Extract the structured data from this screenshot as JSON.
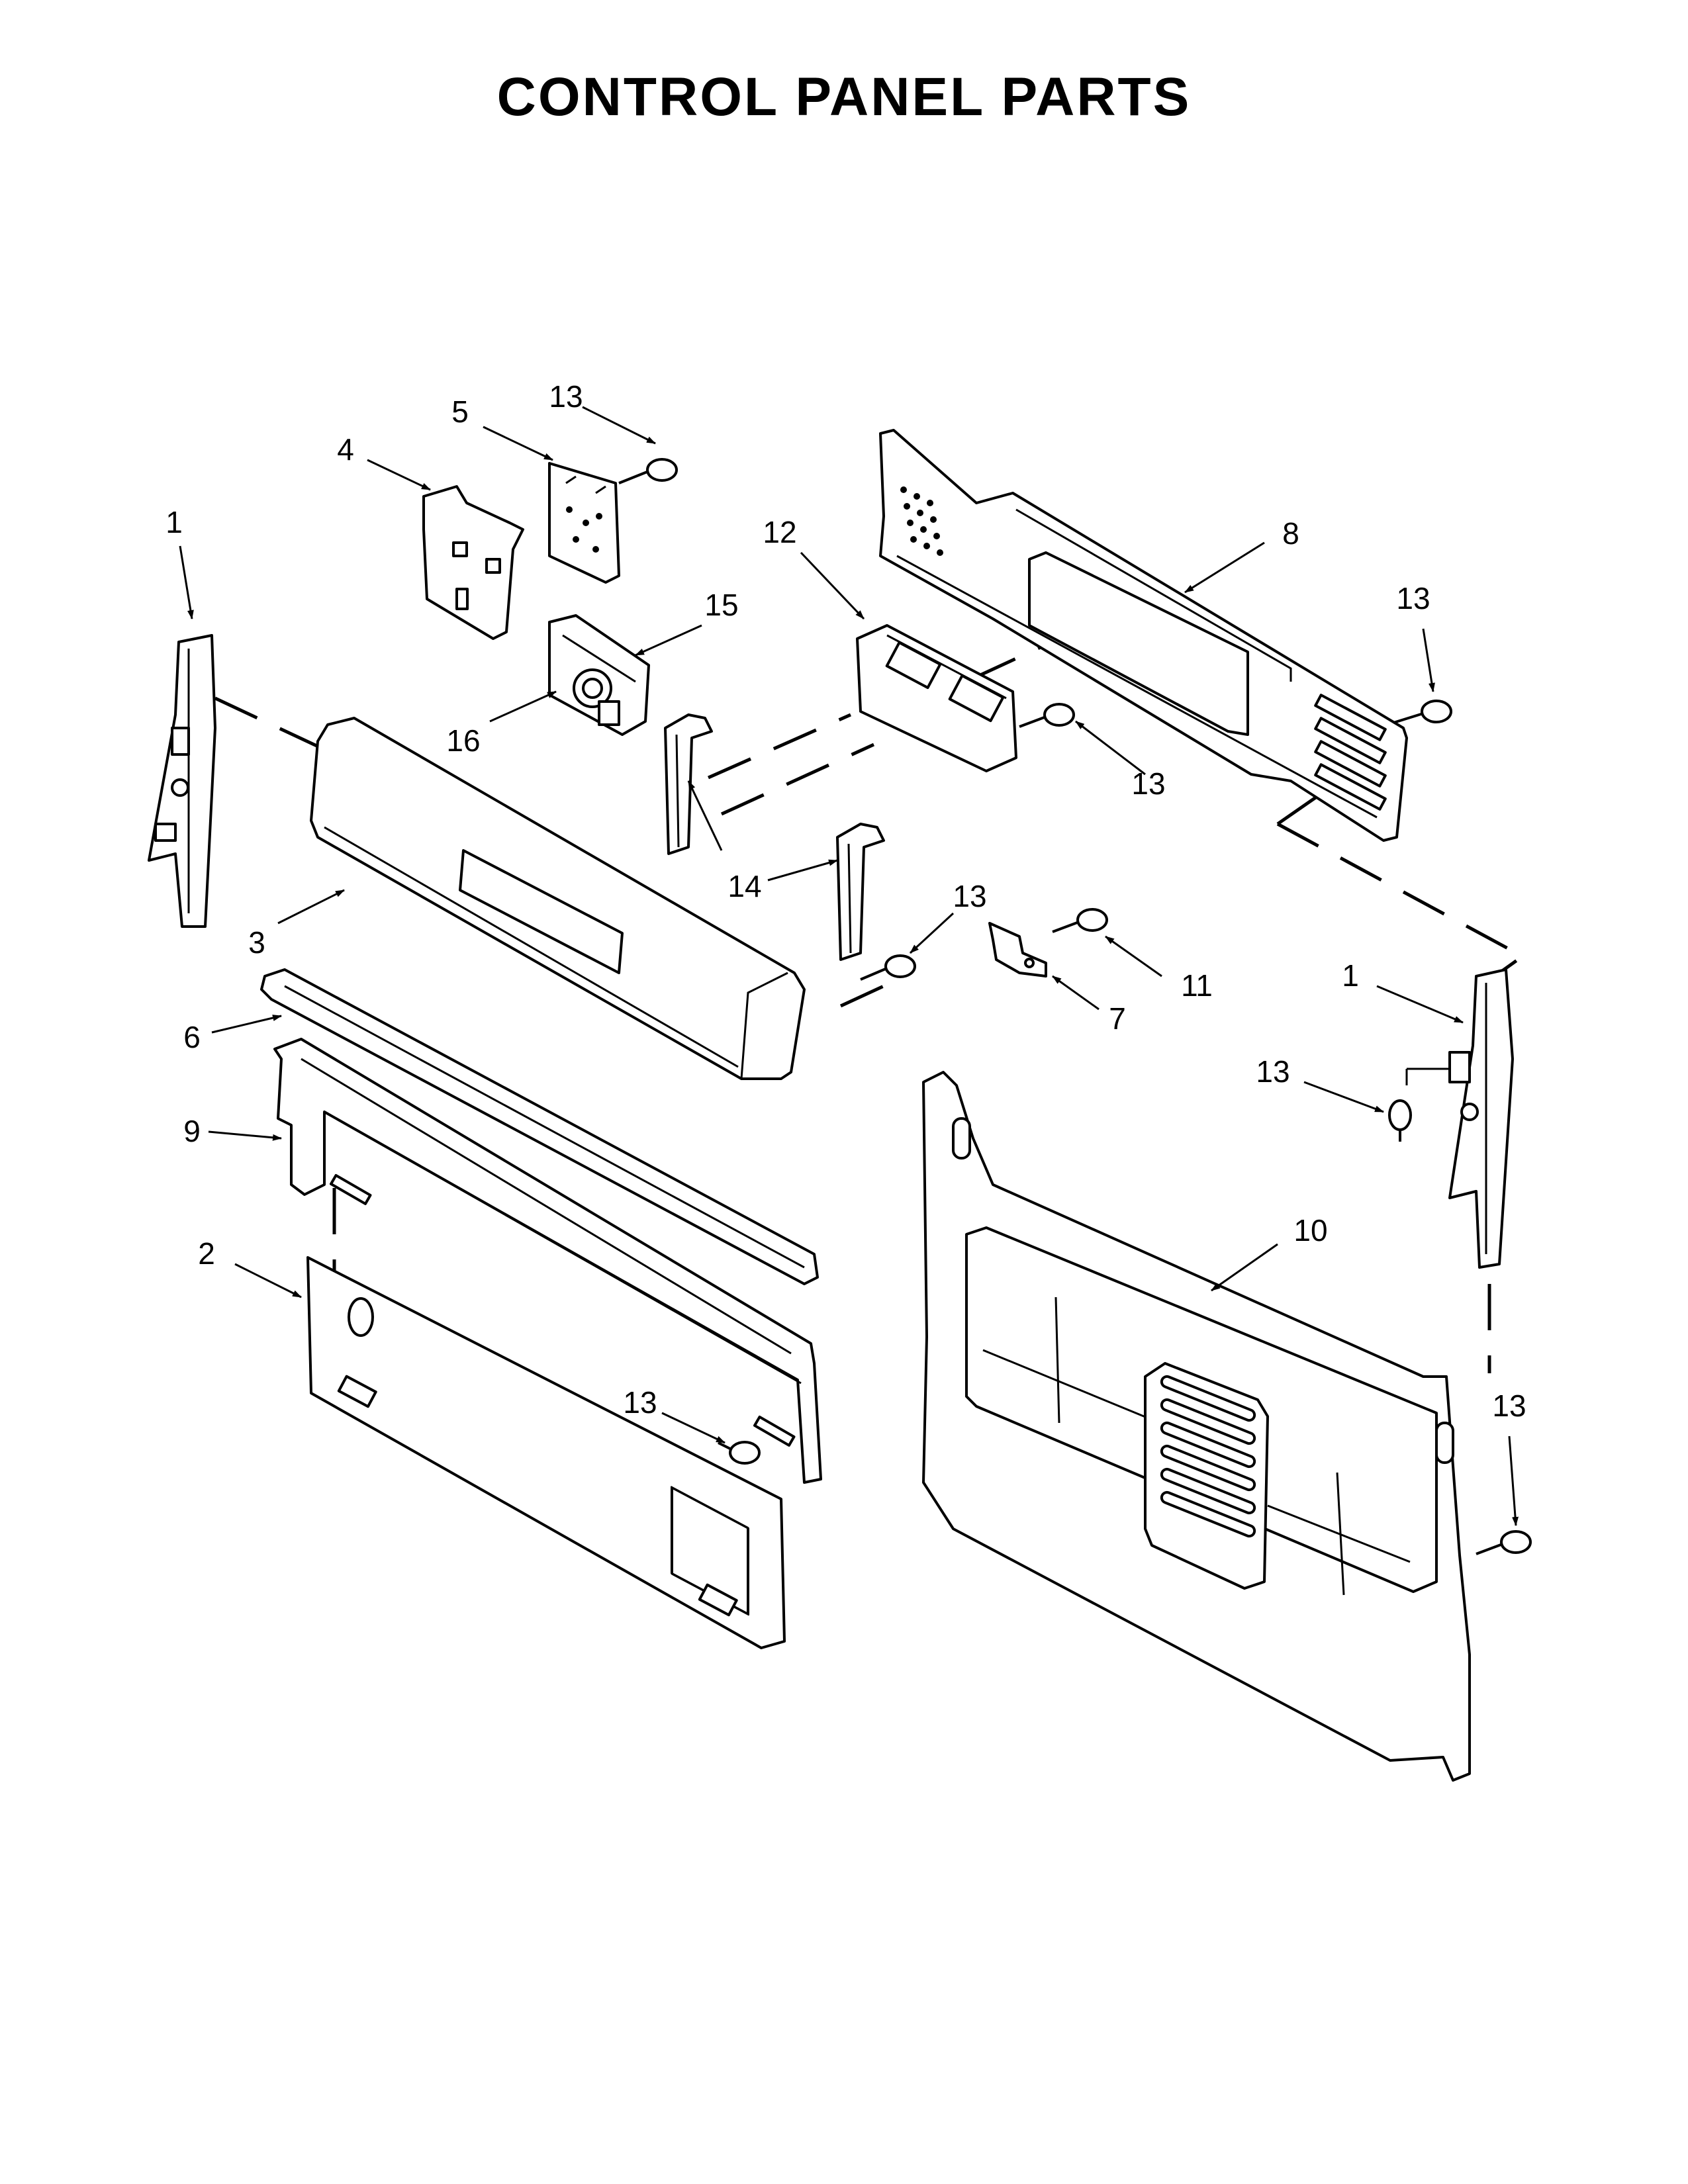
{
  "page": {
    "title": "CONTROL PANEL PARTS"
  },
  "callouts": [
    {
      "id": "c1a",
      "label": "1"
    },
    {
      "id": "c1b",
      "label": "1"
    },
    {
      "id": "c2",
      "label": "2"
    },
    {
      "id": "c3",
      "label": "3"
    },
    {
      "id": "c4",
      "label": "4"
    },
    {
      "id": "c5",
      "label": "5"
    },
    {
      "id": "c6",
      "label": "6"
    },
    {
      "id": "c7",
      "label": "7"
    },
    {
      "id": "c8",
      "label": "8"
    },
    {
      "id": "c9",
      "label": "9"
    },
    {
      "id": "c10",
      "label": "10"
    },
    {
      "id": "c11",
      "label": "11"
    },
    {
      "id": "c12",
      "label": "12"
    },
    {
      "id": "c13a",
      "label": "13"
    },
    {
      "id": "c13b",
      "label": "13"
    },
    {
      "id": "c13c",
      "label": "13"
    },
    {
      "id": "c13d",
      "label": "13"
    },
    {
      "id": "c13e",
      "label": "13"
    },
    {
      "id": "c13f",
      "label": "13"
    },
    {
      "id": "c13g",
      "label": "13"
    },
    {
      "id": "c14",
      "label": "14"
    },
    {
      "id": "c15",
      "label": "15"
    },
    {
      "id": "c16",
      "label": "16"
    }
  ],
  "colors": {
    "line": "#000000",
    "background": "#ffffff"
  }
}
